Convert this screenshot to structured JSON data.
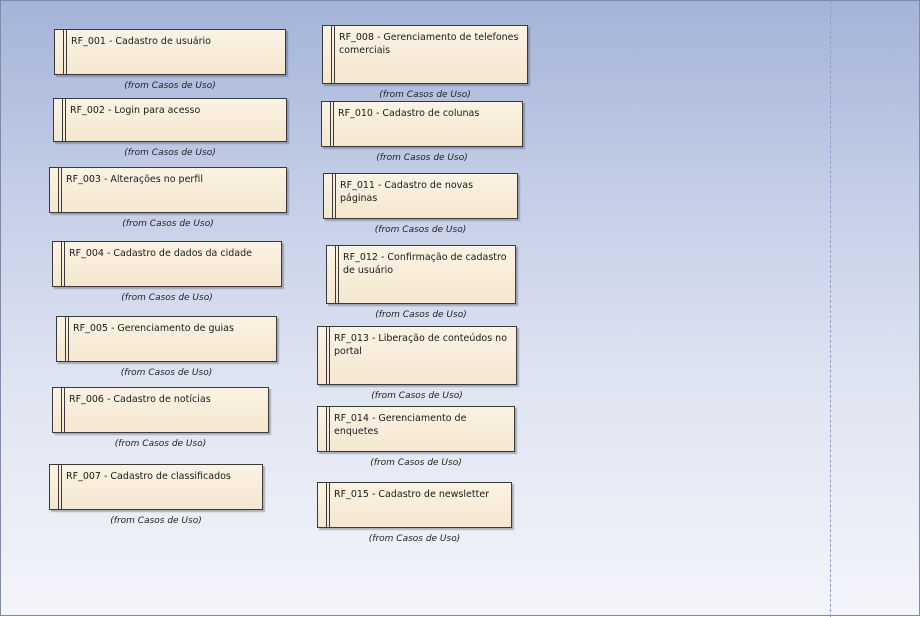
{
  "diagram": {
    "from_text": "(from Casos de Uso)",
    "requirements": [
      {
        "id": "rf001",
        "label": "RF_001 - Cadastro de usuário"
      },
      {
        "id": "rf002",
        "label": "RF_002 - Login para acesso"
      },
      {
        "id": "rf003",
        "label": "RF_003 - Alterações no perfil"
      },
      {
        "id": "rf004",
        "label": "RF_004 - Cadastro de dados da cidade"
      },
      {
        "id": "rf005",
        "label": "RF_005 - Gerenciamento de guias"
      },
      {
        "id": "rf006",
        "label": "RF_006 - Cadastro de notícias"
      },
      {
        "id": "rf007",
        "label": "RF_007 - Cadastro de classificados"
      },
      {
        "id": "rf008",
        "label": "RF_008 - Gerenciamento de telefones comerciais"
      },
      {
        "id": "rf010",
        "label": "RF_010 - Cadastro de colunas"
      },
      {
        "id": "rf011",
        "label": "RF_011 - Cadastro de novas páginas"
      },
      {
        "id": "rf012",
        "label": "RF_012 - Confirmação de cadastro de usuário"
      },
      {
        "id": "rf013",
        "label": "RF_013 - Liberação de conteúdos no portal"
      },
      {
        "id": "rf014",
        "label": "RF_014 - Gerenciamento de enquetes"
      },
      {
        "id": "rf015",
        "label": "RF_015 - Cadastro de newsletter"
      }
    ]
  }
}
